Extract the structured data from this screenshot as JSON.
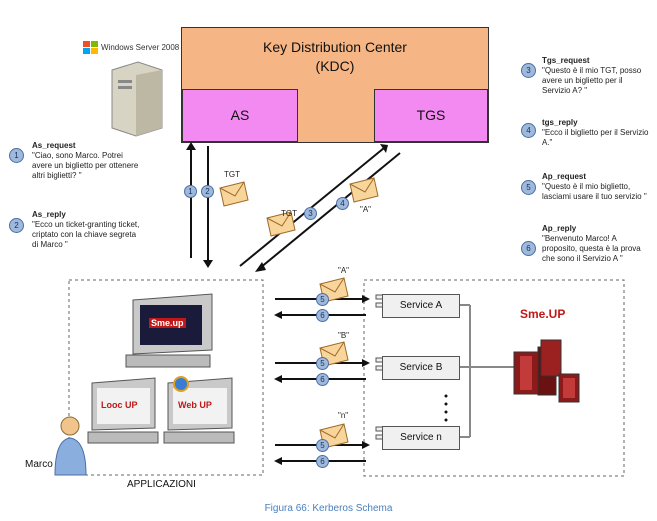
{
  "kdc": {
    "title": "Key Distribution Center",
    "subtitle": "(KDC)",
    "as_label": "AS",
    "tgs_label": "TGS"
  },
  "logo": {
    "windows_server": "Windows Server 2008",
    "smeup": "Sme.UP"
  },
  "steps_left": [
    {
      "num": "1",
      "title": "As_request",
      "text": "\"Ciao, sono Marco. Potrei avere un biglietto per ottenere altri biglietti? \""
    },
    {
      "num": "2",
      "title": "As_reply",
      "text": "\"Ecco un ticket-granting ticket, criptato con la chiave segreta di Marco \""
    }
  ],
  "steps_right": [
    {
      "num": "3",
      "title": "Tgs_request",
      "text": "\"Questo è il mio TGT, posso avere un biglietto per il Servizio A? \""
    },
    {
      "num": "4",
      "title": "tgs_reply",
      "text": "\"Ecco il biglietto per il Servizio A.\""
    },
    {
      "num": "5",
      "title": "Ap_request",
      "text": "\"Questo è il mio biglietto, lasciami usare il tuo servizio \""
    },
    {
      "num": "6",
      "title": "Ap_reply",
      "text": "\"Benvenuto Marco! A proposito, questa è la prova che sono il Servizio A \""
    }
  ],
  "arrows": {
    "n1": "1",
    "n2": "2",
    "n3": "3",
    "n4": "4",
    "n5": "5",
    "n6": "6"
  },
  "tickets": {
    "tgt1": "TGT",
    "tgt2": "TGT",
    "a_top": "\"A\"",
    "a": "\"A\"",
    "b": "\"B\"",
    "n": "\"n\""
  },
  "services": {
    "a": "Service A",
    "b": "Service B",
    "n": "Service n"
  },
  "clients": {
    "smeup": "Sme.up",
    "looc": "Looc UP",
    "web": "Web UP"
  },
  "user": "Marco",
  "apps_label": "APPLICAZIONI",
  "caption": "Figura 66: Kerberos Schema"
}
